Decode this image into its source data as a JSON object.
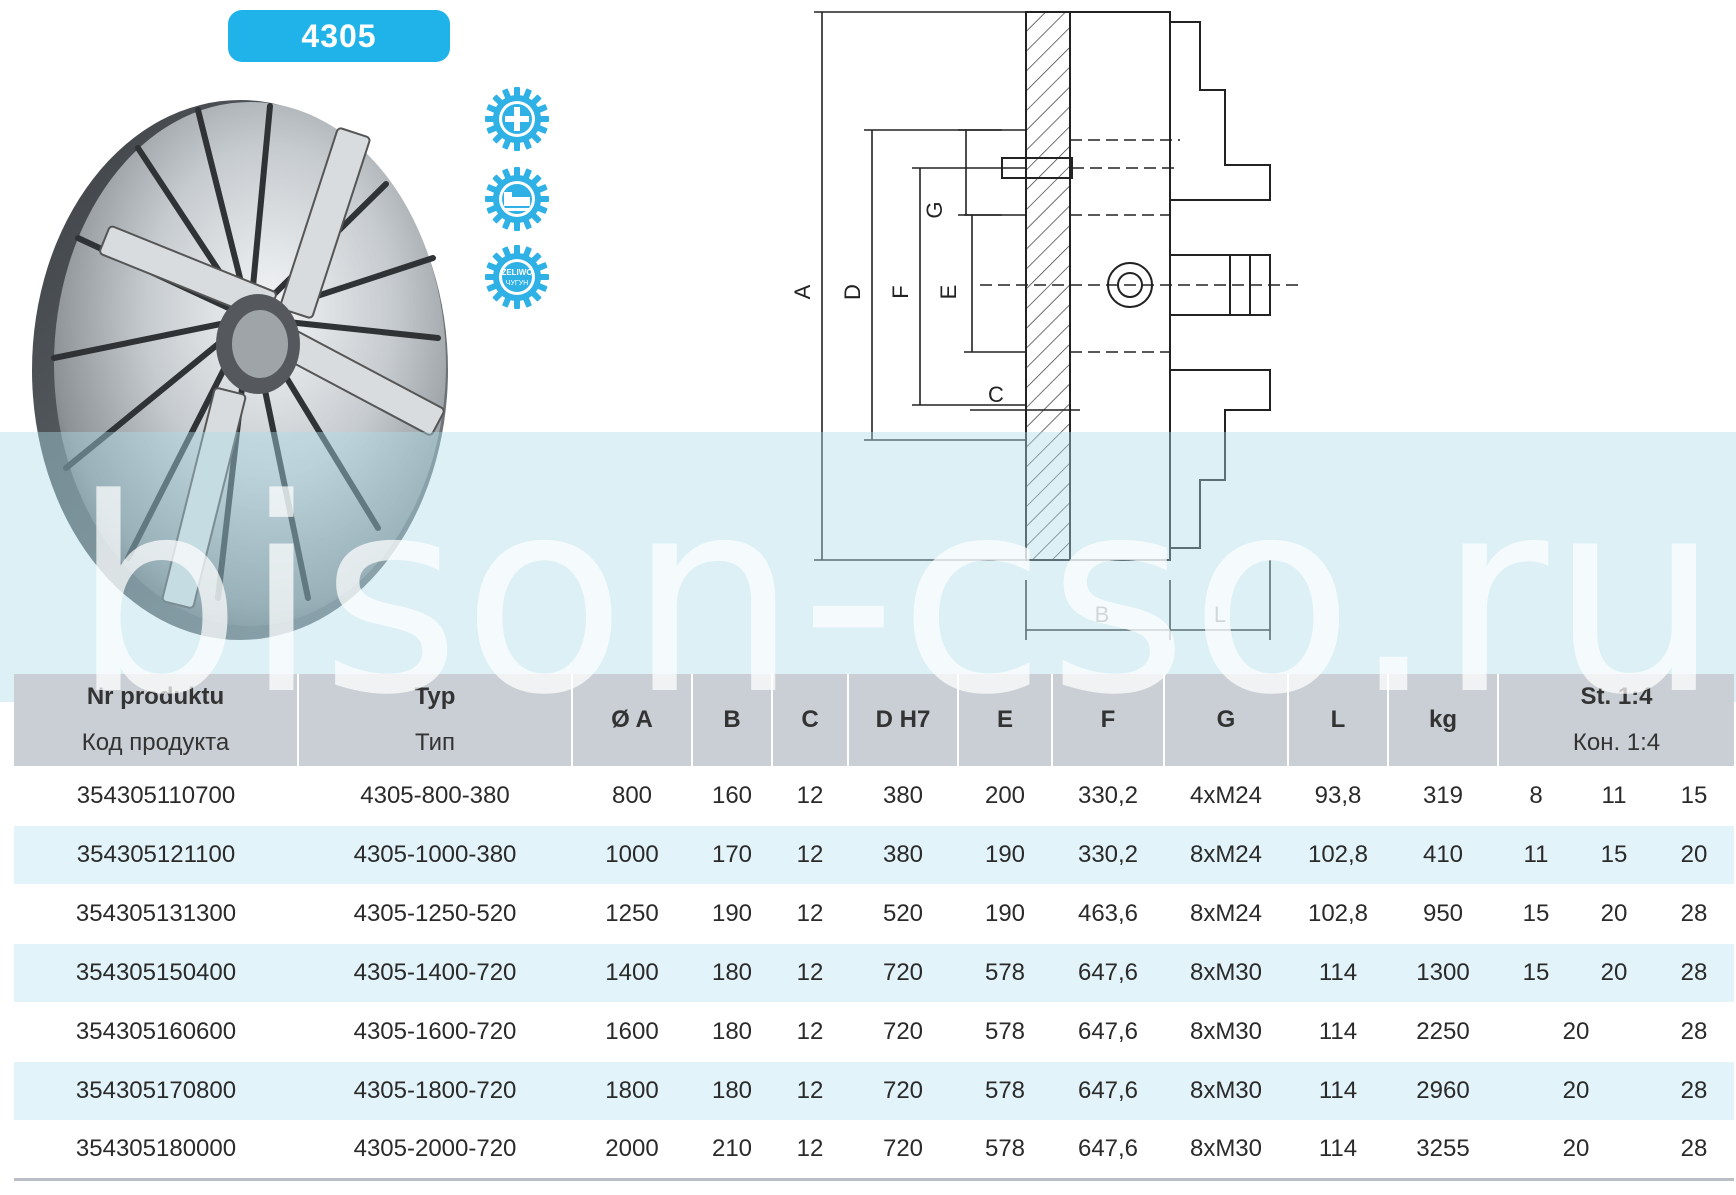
{
  "badge": "4305",
  "icons": [
    {
      "name": "gear-cross-icon"
    },
    {
      "name": "gear-profile-icon"
    },
    {
      "name": "gear-material-icon",
      "text_top": "ŻELIWO",
      "text_bottom": "ЧУГУН"
    }
  ],
  "watermark": "bison-cso.ru",
  "drawing": {
    "labels": {
      "a": "A",
      "d": "D",
      "f": "F",
      "g": "G",
      "e": "E",
      "c": "C",
      "b": "B",
      "l": "L"
    }
  },
  "table": {
    "headers": {
      "code_pl": "Nr produktu",
      "code_ru": "Код продукта",
      "type_pl": "Typ",
      "type_ru": "Тип",
      "a": "Ø A",
      "b": "B",
      "c": "C",
      "d": "D H7",
      "e": "E",
      "f": "F",
      "g": "G",
      "l": "L",
      "kg": "kg",
      "taper_pl": "St. 1:4",
      "taper_ru": "Кон. 1:4"
    },
    "rows": [
      {
        "code": "354305110700",
        "type": "4305-800-380",
        "a": "800",
        "b": "160",
        "c": "12",
        "d": "380",
        "e": "200",
        "f": "330,2",
        "g": "4xM24",
        "l": "93,8",
        "kg": "319",
        "t1": "8",
        "t2": "11",
        "t3": "15"
      },
      {
        "code": "354305121100",
        "type": "4305-1000-380",
        "a": "1000",
        "b": "170",
        "c": "12",
        "d": "380",
        "e": "190",
        "f": "330,2",
        "g": "8xM24",
        "l": "102,8",
        "kg": "410",
        "t1": "11",
        "t2": "15",
        "t3": "20"
      },
      {
        "code": "354305131300",
        "type": "4305-1250-520",
        "a": "1250",
        "b": "190",
        "c": "12",
        "d": "520",
        "e": "190",
        "f": "463,6",
        "g": "8xM24",
        "l": "102,8",
        "kg": "950",
        "t1": "15",
        "t2": "20",
        "t3": "28"
      },
      {
        "code": "354305150400",
        "type": "4305-1400-720",
        "a": "1400",
        "b": "180",
        "c": "12",
        "d": "720",
        "e": "578",
        "f": "647,6",
        "g": "8xM30",
        "l": "114",
        "kg": "1300",
        "t1": "15",
        "t2": "20",
        "t3": "28"
      },
      {
        "code": "354305160600",
        "type": "4305-1600-720",
        "a": "1600",
        "b": "180",
        "c": "12",
        "d": "720",
        "e": "578",
        "f": "647,6",
        "g": "8xM30",
        "l": "114",
        "kg": "2250",
        "t12": "20",
        "t3": "28"
      },
      {
        "code": "354305170800",
        "type": "4305-1800-720",
        "a": "1800",
        "b": "180",
        "c": "12",
        "d": "720",
        "e": "578",
        "f": "647,6",
        "g": "8xM30",
        "l": "114",
        "kg": "2960",
        "t12": "20",
        "t3": "28"
      },
      {
        "code": "354305180000",
        "type": "4305-2000-720",
        "a": "2000",
        "b": "210",
        "c": "12",
        "d": "720",
        "e": "578",
        "f": "647,6",
        "g": "8xM30",
        "l": "114",
        "kg": "3255",
        "t12": "20",
        "t3": "28"
      }
    ]
  }
}
